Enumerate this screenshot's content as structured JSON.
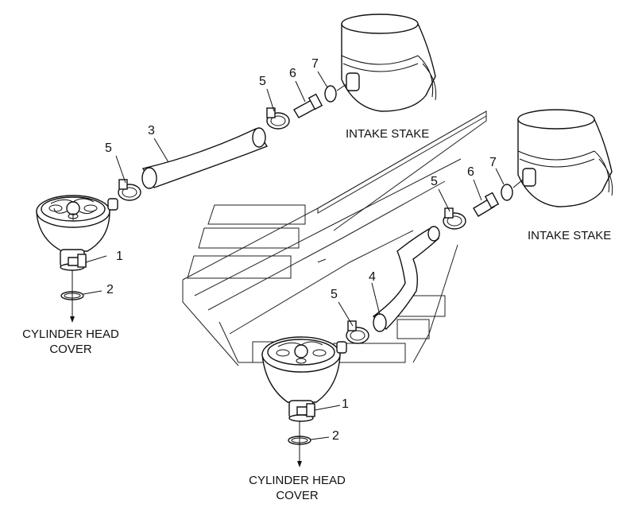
{
  "labels": {
    "l1": "1",
    "l2": "2",
    "l3": "3",
    "l5": "5",
    "l6": "6",
    "l7": "7",
    "intake": "INTAKE STAKE",
    "cyl_line1": "CYLINDER HEAD",
    "cyl_line2": "COVER",
    "r1": "1",
    "r2": "2",
    "r4": "4",
    "r5a": "5",
    "r5b": "5",
    "r6": "6",
    "r7": "7",
    "r_intake": "INTAKE STAKE",
    "r_cyl_line1": "CYLINDER HEAD",
    "r_cyl_line2": "COVER"
  },
  "colors": {
    "line": "#111111",
    "background": "#ffffff"
  }
}
